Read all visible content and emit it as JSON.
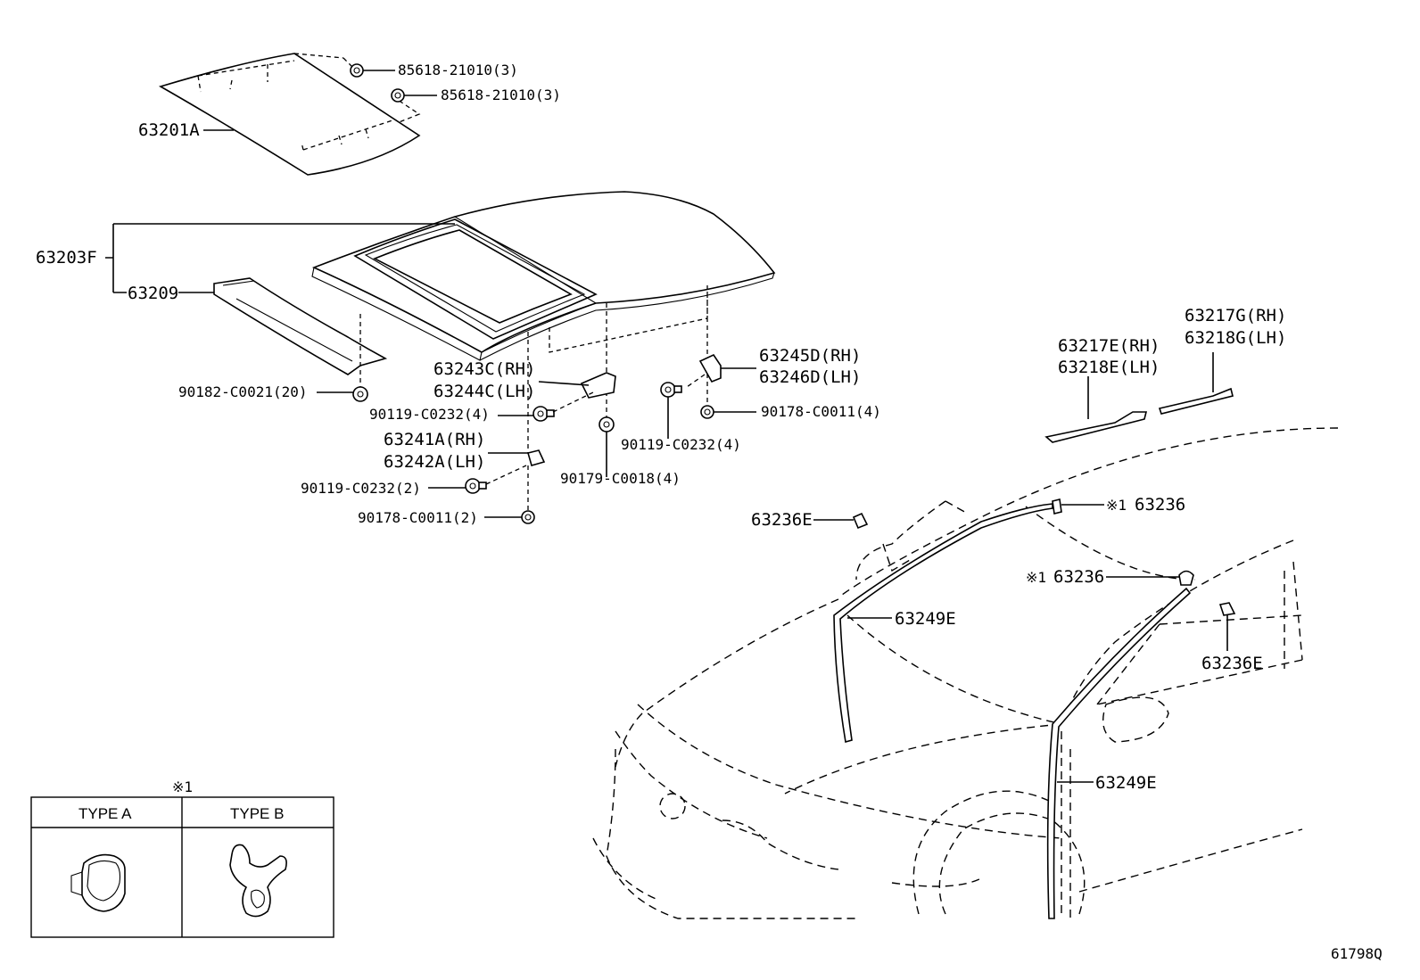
{
  "labels": {
    "p85618_a": "85618-21010(3)",
    "p85618_b": "85618-21010(3)",
    "p63201A": "63201A",
    "p63203F": "63203F",
    "p63209": "63209",
    "p90182": "90182-C0021(20)",
    "p63243C": "63243C(RH)",
    "p63244C": "63244C(LH)",
    "p63245D": "63245D(RH)",
    "p63246D": "63246D(LH)",
    "p90119_a": "90119-C0232(4)",
    "p90178_a": "90178-C0011(4)",
    "p90119_b": "90119-C0232(4)",
    "p63241A": "63241A(RH)",
    "p63242A": "63242A(LH)",
    "p90179": "90179-C0018(4)",
    "p90119_c": "90119-C0232(2)",
    "p90178_b": "90178-C0011(2)",
    "p63217G": "63217G(RH)",
    "p63218G": "63218G(LH)",
    "p63217E": "63217E(RH)",
    "p63218E": "63218E(LH)",
    "p63236E_a": "63236E",
    "p63236_a": "63236",
    "p63236_b": "63236",
    "p63249E_a": "63249E",
    "p63236E_b": "63236E",
    "p63249E_b": "63249E"
  },
  "note_marker": "※1",
  "legend": {
    "marker": "※1",
    "col_a": "TYPE A",
    "col_b": "TYPE B"
  },
  "diagram_code": "61798Q"
}
